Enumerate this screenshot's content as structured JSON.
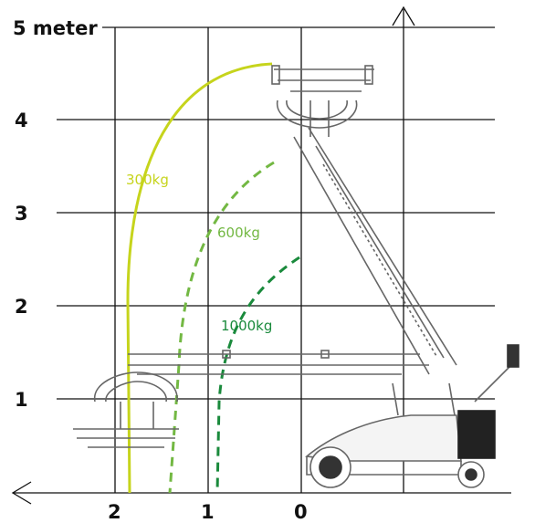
{
  "y_axis": {
    "top_label": "5 meter",
    "ticks": [
      "4",
      "3",
      "2",
      "1"
    ]
  },
  "x_axis": {
    "ticks": [
      "2",
      "1",
      "0"
    ]
  },
  "curves": [
    {
      "label": "300kg",
      "color": "#c6d41c"
    },
    {
      "label": "600kg",
      "color": "#73b843"
    },
    {
      "label": "1000kg",
      "color": "#1a8a3c"
    }
  ],
  "colors": {
    "grid": "#111111",
    "machine": "#555555"
  }
}
